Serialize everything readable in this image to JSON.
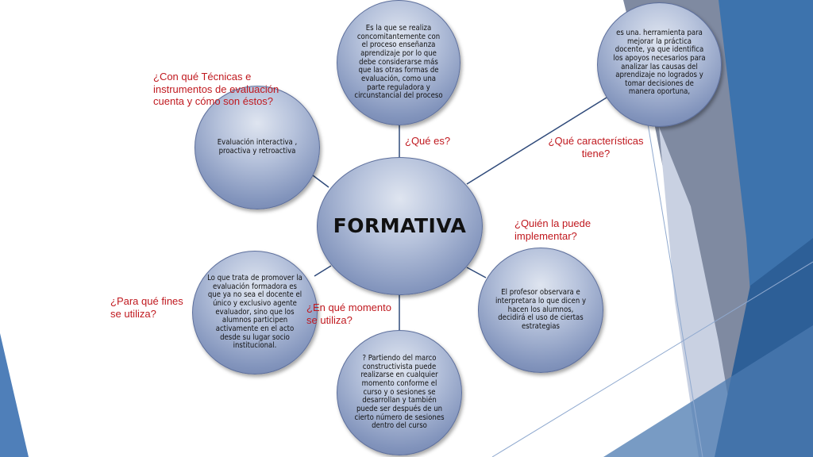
{
  "center": {
    "label": "FORMATIVA"
  },
  "nodes": {
    "que_es": "Es la que se realiza concomitantemente con el proceso enseñanza aprendizaje por lo que debe considerarse más que las otras formas de evaluación, como una parte reguladora y circunstancial del proceso",
    "caracteristicas": "es una. herramienta para mejorar la práctica docente, ya que identifica los apoyos necesarios para analizar las causas del aprendizaje no logrados y tomar decisiones de manera oportuna,",
    "tecnicas": "Evaluación  interactiva , proactiva y retroactiva",
    "quien": "El profesor observara e interpretara lo que dicen y hacen los alumnos, decidirá el uso de ciertas estrategias",
    "para_que": "Lo que trata de promover la evaluación formadora es que ya no sea el docente el único y exclusivo agente evaluador, sino que los alumnos participen activamente en el acto desde su lugar socio institucional.",
    "momento": "?   Partiendo del marco constructivista puede realizarse en cualquier momento conforme el curso y o sesiones se desarrollan   y también puede ser después de un cierto número de sesiones dentro del curso"
  },
  "questions": {
    "tecnicas": "¿Con qué Técnicas e instrumentos de evaluación cuenta y cómo son éstos?",
    "que_es": "¿Qué es?",
    "caracteristicas": "¿Qué características tiene?",
    "quien": "¿Quién la puede implementar?",
    "para_que": "¿Para qué fines se utiliza?",
    "momento": "¿En qué momento se utiliza?"
  },
  "colors": {
    "question_text": "#c0191f",
    "connector": "#2f4a7a",
    "node_fill": "#8294bc",
    "accent_blue": "#3c6fa6"
  }
}
